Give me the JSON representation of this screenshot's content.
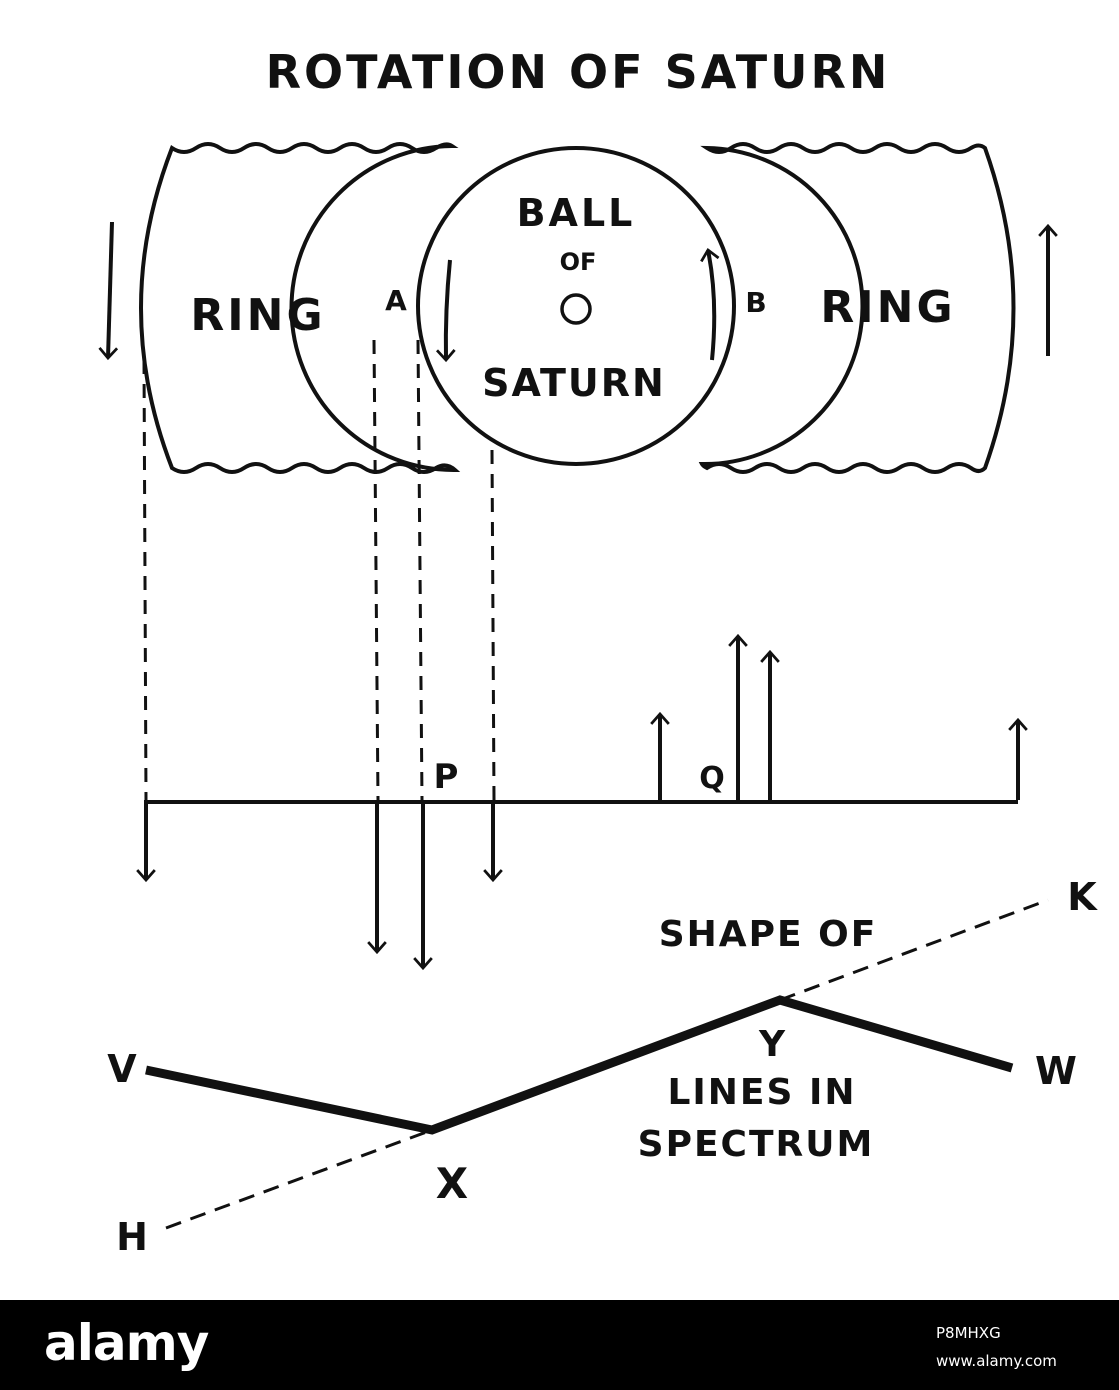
{
  "title": "ROTATION OF SATURN",
  "labels": {
    "ring_left": "RING",
    "ring_right": "RING",
    "ball_line1": "BALL",
    "ball_line2": "OF",
    "ball_center": "O",
    "ball_line3": "SATURN",
    "point_a": "A",
    "point_b": "B",
    "point_p": "P",
    "point_q": "Q",
    "point_v": "V",
    "point_w": "W",
    "point_x": "X",
    "point_y": "Y",
    "point_h": "H",
    "point_k": "K",
    "spectrum_line1": "SHAPE OF",
    "spectrum_line2": "LINES IN",
    "spectrum_line3": "SPECTRUM"
  },
  "footer": {
    "brand": "alamy",
    "image_code": "P8MHXG",
    "url": "www.alamy.com"
  }
}
